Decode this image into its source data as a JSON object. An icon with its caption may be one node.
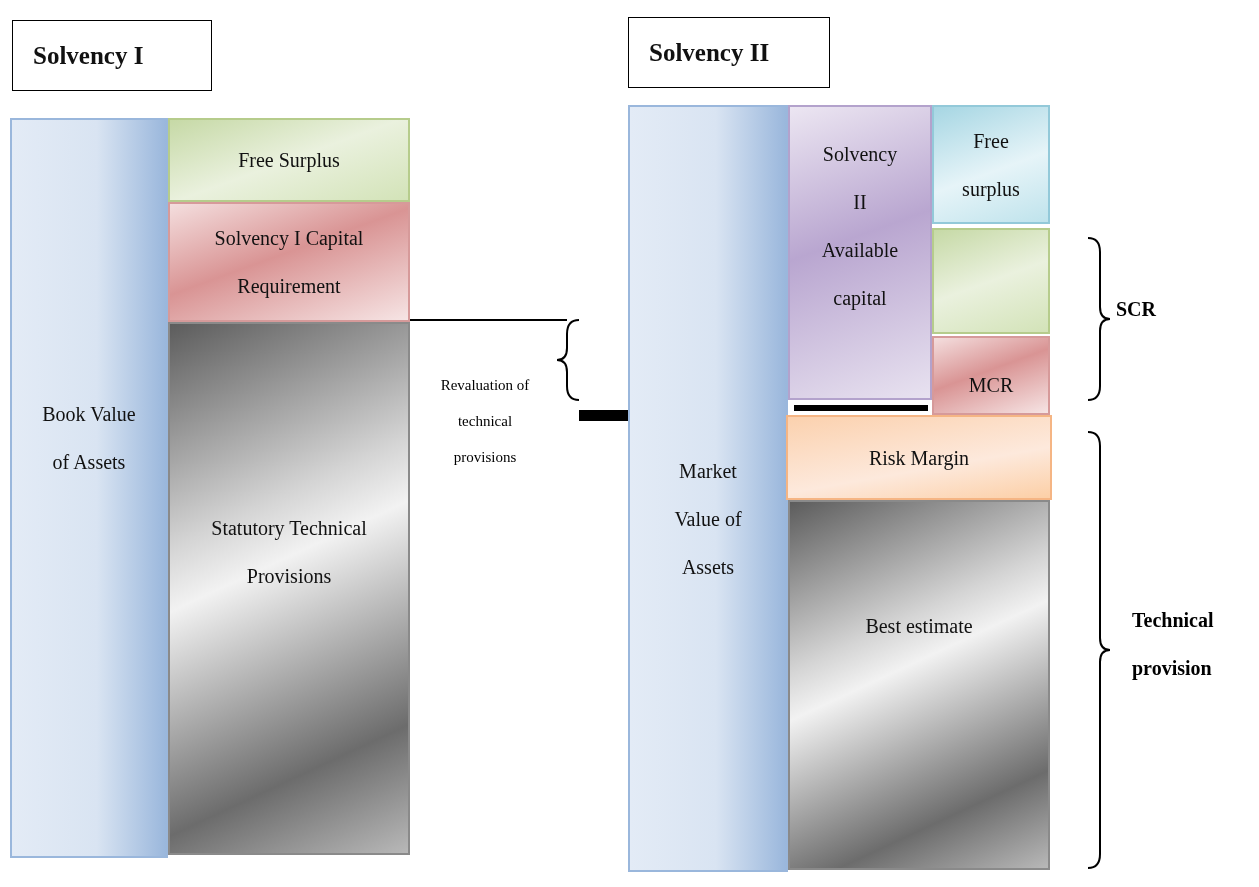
{
  "diagram": {
    "nodes": [
      {
        "text": [
          "Solvency I"
        ]
      },
      {
        "text": [
          "Book Value of Assets"
        ]
      },
      {
        "text": [
          "Free Surplus"
        ]
      },
      {
        "text": [
          "Solvency I Capital Requirement"
        ]
      },
      {
        "text": [
          "Statutory Technical Provisions"
        ]
      },
      {
        "text": [
          "Solvency II"
        ]
      },
      {
        "text": [
          "Market Value of Assets"
        ]
      },
      {
        "text": [
          "Solvency II Available capital"
        ]
      },
      {
        "text": [
          "Free surplus"
        ]
      },
      {
        "text": [],
        "shape": "box"
      },
      {
        "text": [
          "MCR"
        ]
      },
      {
        "text": [
          "Risk Margin"
        ]
      },
      {
        "text": [
          "Best estimate"
        ]
      }
    ],
    "labels": [
      "Revaluation of technical provisions",
      "SCR",
      "Technical provision"
    ]
  }
}
